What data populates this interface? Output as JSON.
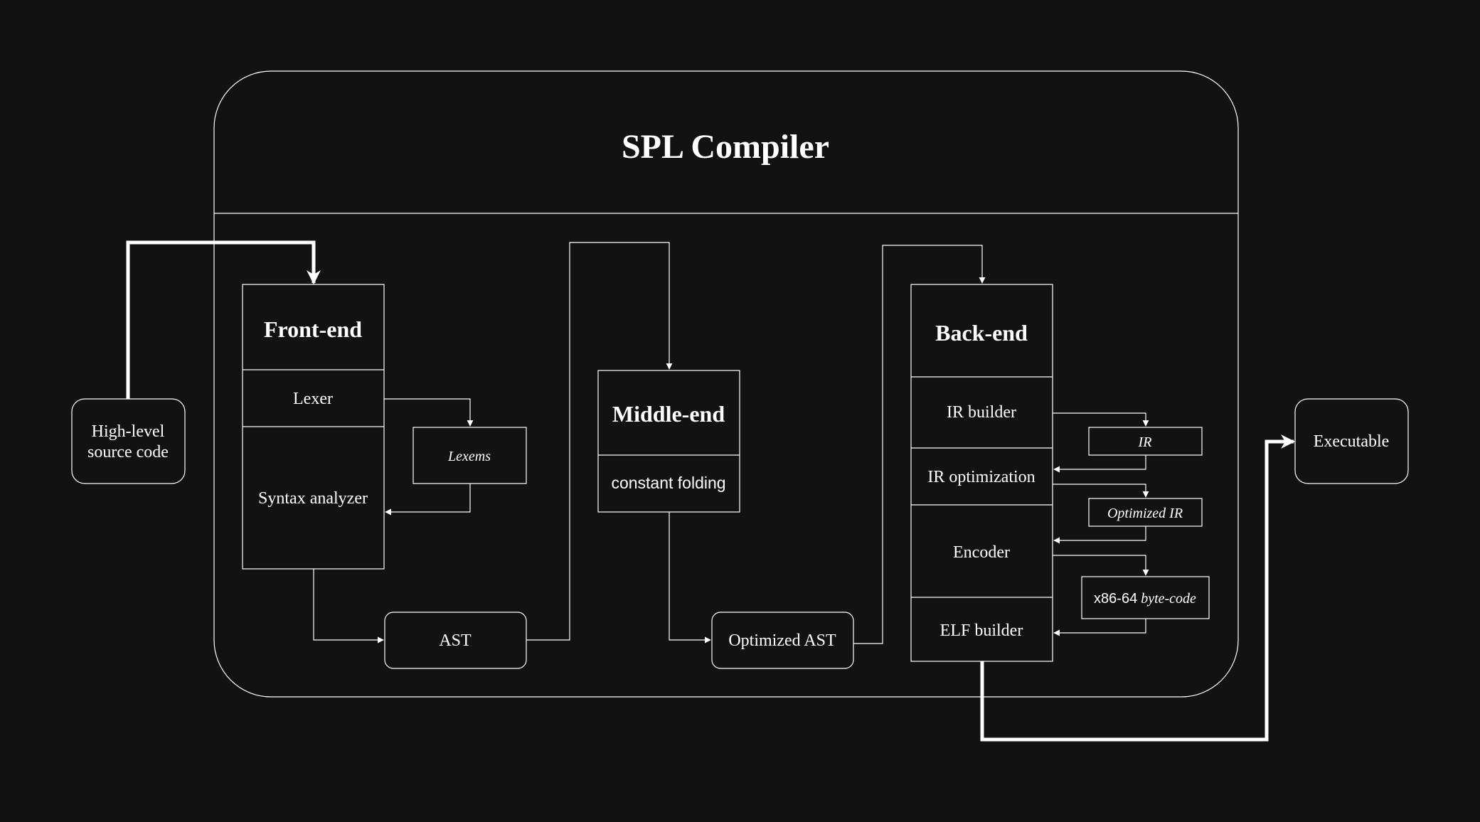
{
  "diagram": {
    "title": "SPL Compiler",
    "input_label_line1": "High-level",
    "input_label_line2": "source code",
    "output_label": "Executable",
    "frontend": {
      "title": "Front-end",
      "lexer": "Lexer",
      "syntax": "Syntax analyzer",
      "lexems": "Lexems"
    },
    "ast": "AST",
    "middleend": {
      "title": "Middle-end",
      "folding": "constant folding"
    },
    "optimized_ast": "Optimized AST",
    "backend": {
      "title": "Back-end",
      "ir_builder": "IR builder",
      "ir_optimization": "IR optimization",
      "encoder": "Encoder",
      "elf_builder": "ELF builder",
      "ir": "IR",
      "optimized_ir_word1": "Optimized",
      "optimized_ir_word2": "IR",
      "bytecode_prefix": "x86-64",
      "bytecode_suffix": "byte-code"
    },
    "colors": {
      "background": "#121212",
      "stroke": "#ffffff",
      "text": "#ffffff"
    }
  }
}
